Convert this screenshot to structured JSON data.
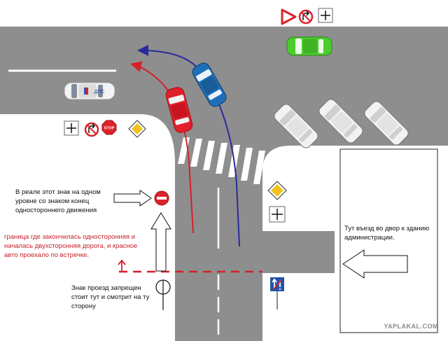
{
  "notes": {
    "admin_entrance": "Тут въезд во двор к зданию администрации.",
    "sign_in_reality": "В реале этот знак на одном уровне со знаком конец одностороннего движения",
    "one_way_border": "граница где закончилась односторонняя и началась двухсторонняя дорога, и красное авто проехало по встречке.",
    "no_entry_sign": "Знак проезд запрещен стоит тут и смотрит на ту сторону"
  },
  "police_car_label": "ДПС",
  "stop_sign_label": "STOP",
  "watermark": "YAPLAKAL.COM",
  "colors": {
    "road": "#8e8e8e",
    "background": "#ffffff",
    "red_car": "#e0202a",
    "blue_car": "#1e6fb8",
    "green_car": "#4ccc2e",
    "red_path": "#d6202a",
    "blue_path": "#2a2a9e",
    "priority_sign": "#f2c21c",
    "sign_red": "#d9232b",
    "one_way_sign": "#2255a8"
  },
  "icons": [
    "no-entry-sign-icon",
    "stop-sign-icon",
    "priority-road-sign-icon",
    "no-right-turn-sign-icon",
    "yield-sign-icon",
    "end-of-one-way-sign-icon",
    "crossroad-plate-icon",
    "one-way-sign-icon"
  ]
}
